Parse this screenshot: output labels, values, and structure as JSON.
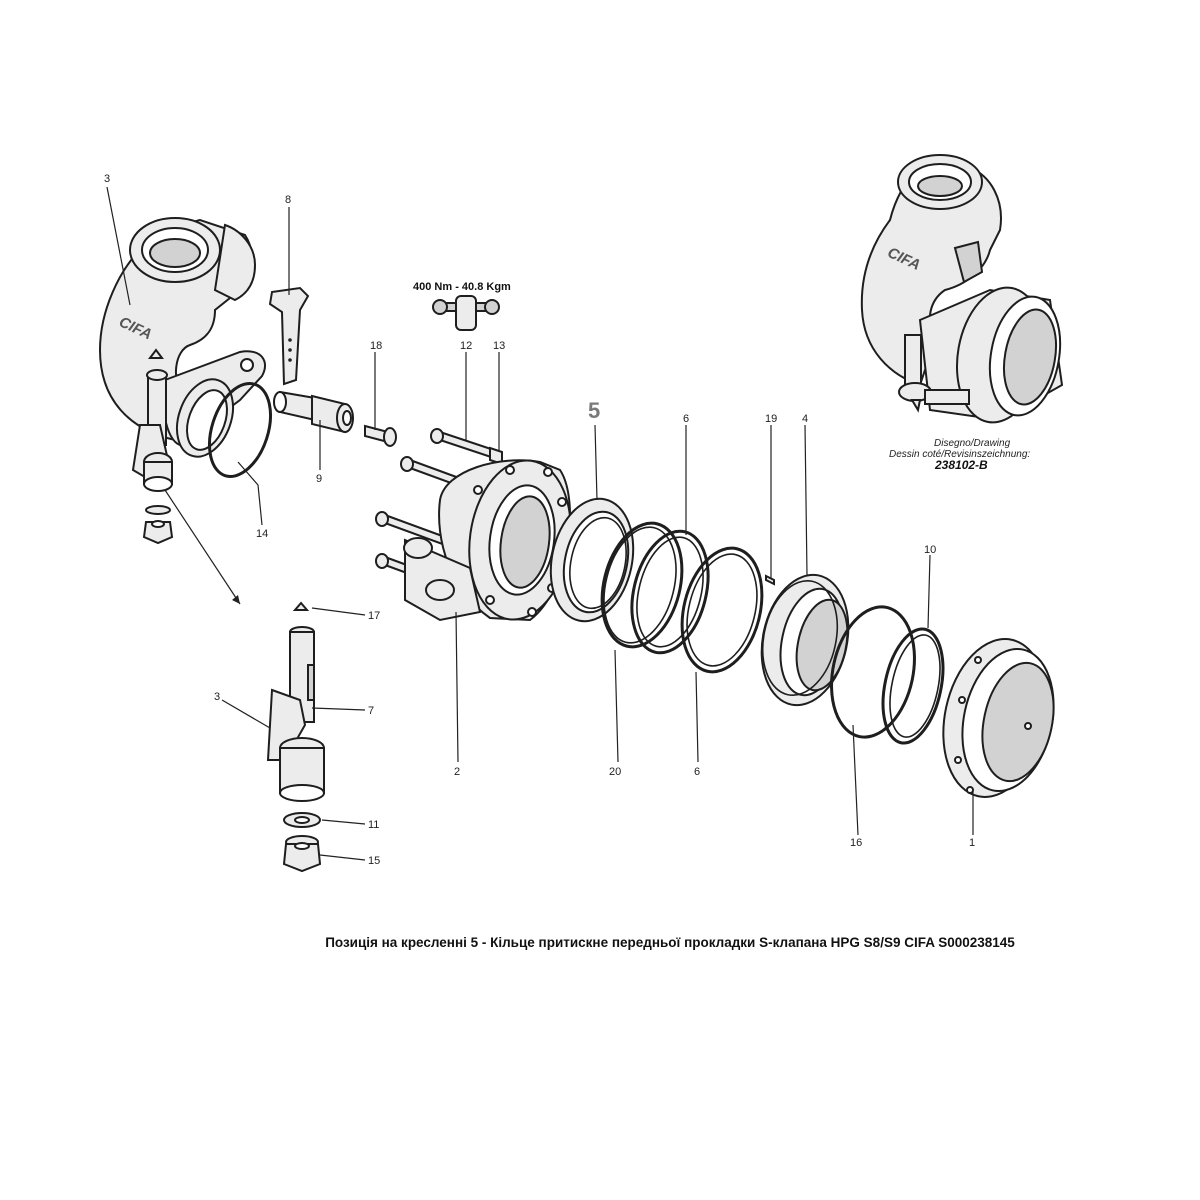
{
  "labels": {
    "l1": "1",
    "l2": "2",
    "l3a": "3",
    "l3b": "3",
    "l4": "4",
    "l5": "5",
    "l6a": "6",
    "l6b": "6",
    "l7": "7",
    "l8": "8",
    "l9": "9",
    "l10": "10",
    "l11": "11",
    "l12": "12",
    "l13": "13",
    "l14": "14",
    "l15": "15",
    "l16": "16",
    "l17": "17",
    "l18": "18",
    "l19": "19",
    "l20": "20"
  },
  "torque": "400 Nm - 40.8 Kgm",
  "logo": "CIFA",
  "drawing_block": {
    "line1": "Disegno/Drawing",
    "line2": "Dessin coté/Revisinszeichnung:",
    "number": "238102-B"
  },
  "caption": "Позиція на кресленні 5 - Кільце притискне передньої прокладки S-клапана HPG S8/S9 CIFA S000238145"
}
